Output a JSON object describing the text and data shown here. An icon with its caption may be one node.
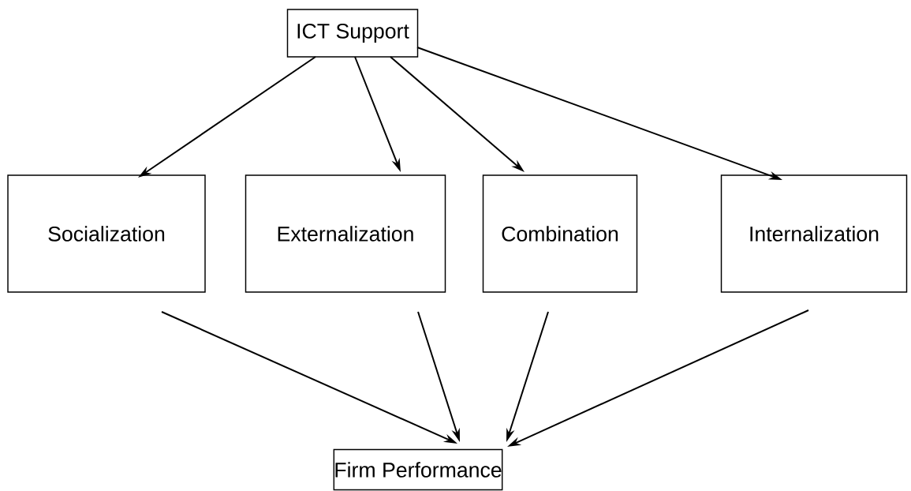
{
  "diagram": {
    "nodes": [
      {
        "text": [
          "ICT Support"
        ]
      },
      {
        "text": [
          "Socialization"
        ]
      },
      {
        "text": [
          "Externalization"
        ]
      },
      {
        "text": [
          "Combination"
        ]
      },
      {
        "text": [
          "Internalization"
        ]
      },
      {
        "text": [
          "Firm Performance"
        ]
      }
    ],
    "edges": [
      {
        "from": 0,
        "to": 1,
        "arrow": "to"
      },
      {
        "from": 0,
        "to": 2,
        "arrow": "to"
      },
      {
        "from": 0,
        "to": 3,
        "arrow": "to"
      },
      {
        "from": 0,
        "to": 4,
        "arrow": "to"
      },
      {
        "from": 1,
        "to": 5,
        "arrow": "to"
      },
      {
        "from": 2,
        "to": 5,
        "arrow": "to"
      },
      {
        "from": 3,
        "to": 5,
        "arrow": "to"
      },
      {
        "from": 4,
        "to": 5,
        "arrow": "to"
      }
    ]
  }
}
